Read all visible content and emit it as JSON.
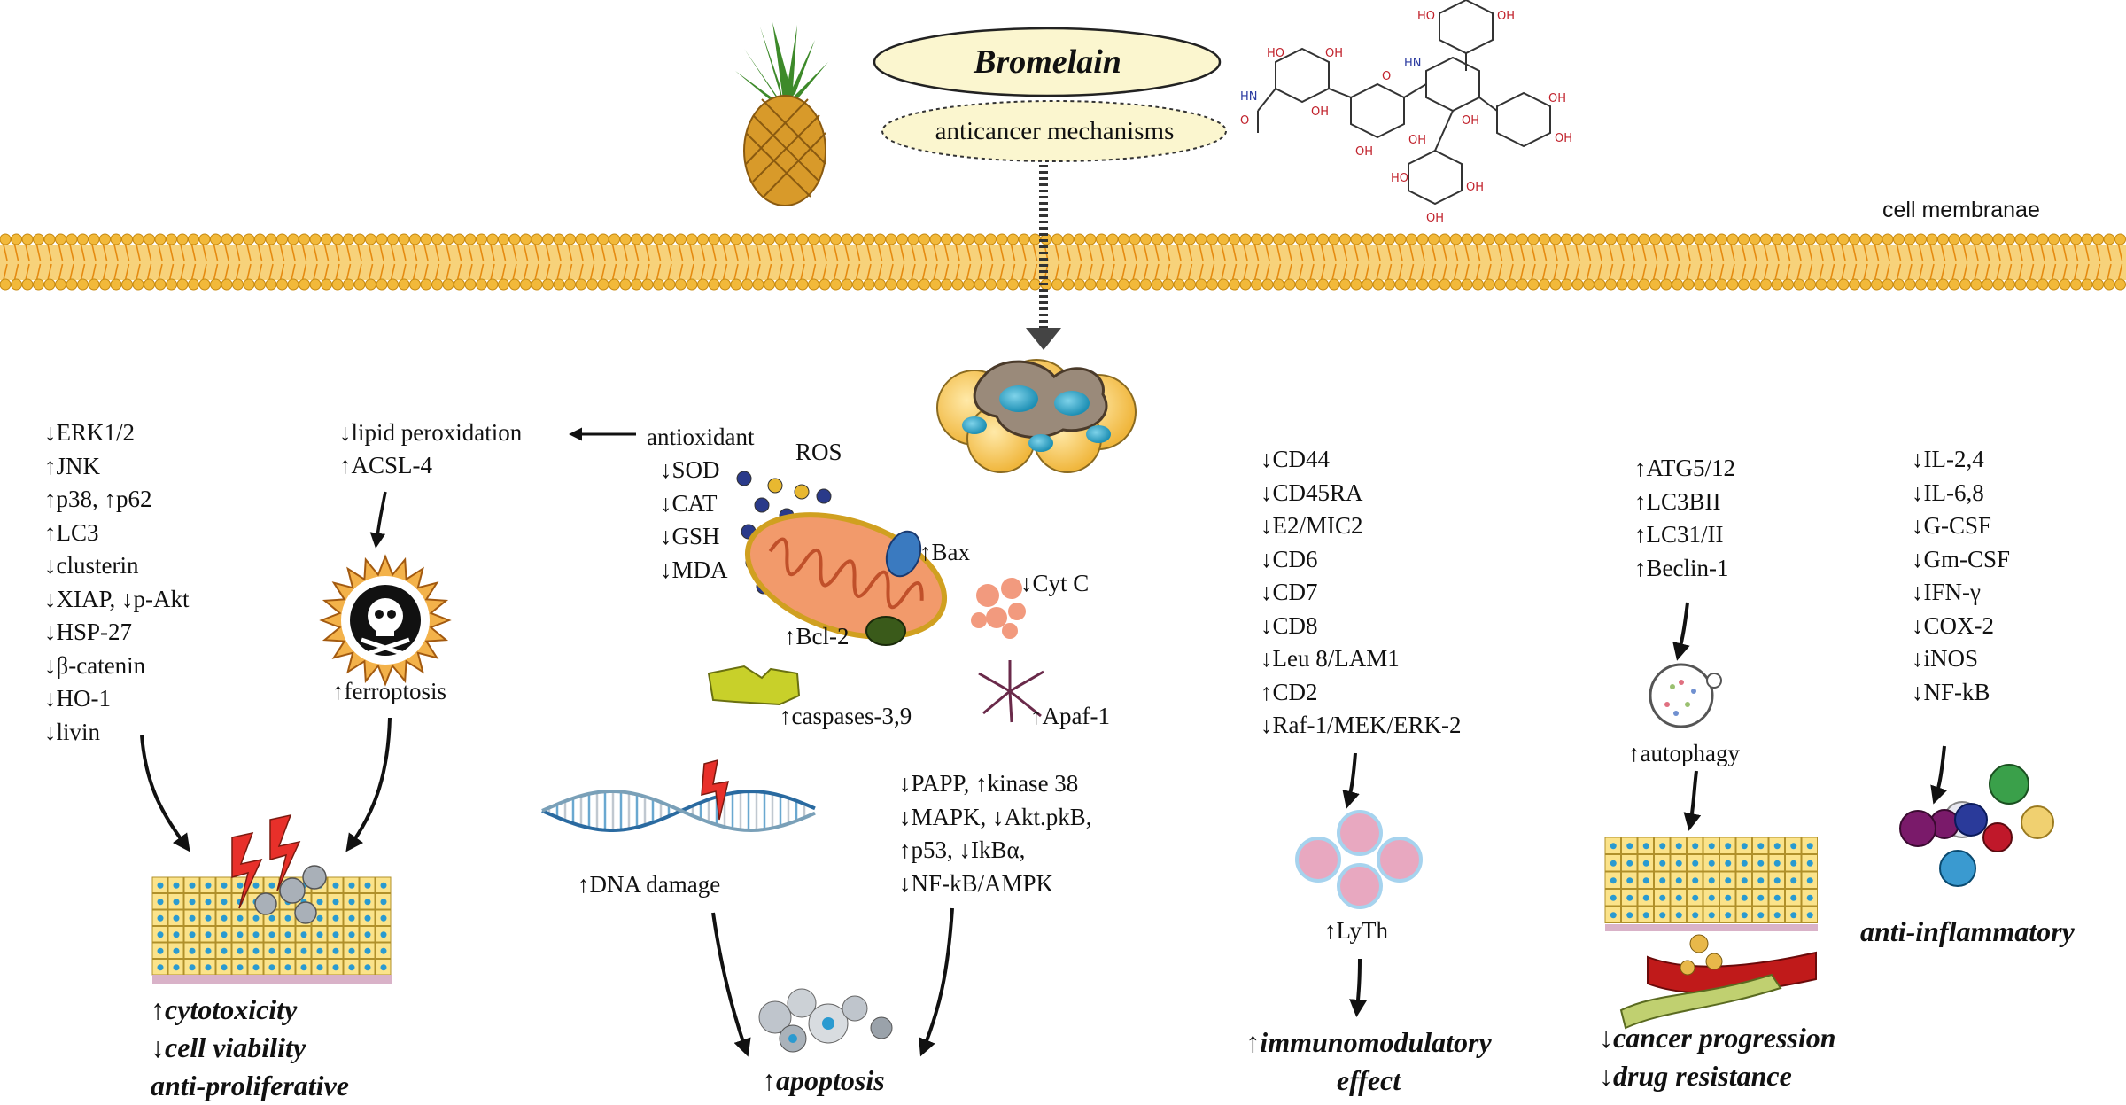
{
  "header": {
    "title": "Bromelain",
    "subtitle": "anticancer mechanisms",
    "membrane_label": "cell membranae"
  },
  "proliferation": {
    "markers": [
      "↓ERK1/2",
      "↑JNK",
      "↑p38, ↑p62",
      "↑LC3",
      "↓clusterin",
      "↓XIAP, ↓p-Akt",
      "↓HSP-27",
      "↓β-catenin",
      "↓HO-1",
      "↓livin"
    ],
    "outcomes": [
      "↑cytotoxicity",
      "↓cell viability",
      "anti-proliferative"
    ]
  },
  "ferroptosis": {
    "markers": [
      "↓lipid peroxidation",
      "↑ACSL-4"
    ],
    "label": "↑ferroptosis"
  },
  "antioxidant": {
    "title": "antioxidant",
    "markers": [
      "↓SOD",
      "↓CAT",
      "↓GSH",
      "↓MDA"
    ],
    "ros": "ROS"
  },
  "mitochondria": {
    "bax": "↑Bax",
    "bcl2": "↑Bcl-2",
    "cytc": "↓Cyt C",
    "caspases": "↑caspases-3,9",
    "apaf": "↑Apaf-1"
  },
  "dna": {
    "label": "↑DNA damage"
  },
  "signaling": {
    "markers": [
      "↓PAPP, ↑kinase 38",
      "↓MAPK, ↓Akt.pkB,",
      "↑p53, ↓IkBα,",
      "↓NF-kB/AMPK"
    ]
  },
  "apoptosis": {
    "label": "↑apoptosis"
  },
  "immune": {
    "markers": [
      "↓CD44",
      "↓CD45RA",
      "↓E2/MIC2",
      "↓CD6",
      "↓CD7",
      "↓CD8",
      "↓Leu 8/LAM1",
      "↑CD2",
      "↓Raf-1/MEK/ERK-2"
    ],
    "lyth": "↑LyTh",
    "outcomes": [
      "↑immunomodulatory",
      "effect"
    ]
  },
  "autophagy": {
    "markers": [
      "↑ATG5/12",
      "↑LC3BII",
      "↑LC31/II",
      "↑Beclin-1"
    ],
    "label": "↑autophagy",
    "outcomes": [
      "↓cancer progression",
      "↓drug resistance"
    ]
  },
  "inflammation": {
    "markers": [
      "↓IL-2,4",
      "↓IL-6,8",
      "↓G-CSF",
      "↓Gm-CSF",
      "↓IFN-γ",
      "↓COX-2",
      "↓iNOS",
      "↓NF-kB"
    ],
    "outcome": "anti-inflammatory"
  },
  "colors": {
    "membrane_head": "#f2b93a",
    "membrane_tail": "#e58a10",
    "mito": "#f29a6b",
    "arrow": "#111111"
  }
}
